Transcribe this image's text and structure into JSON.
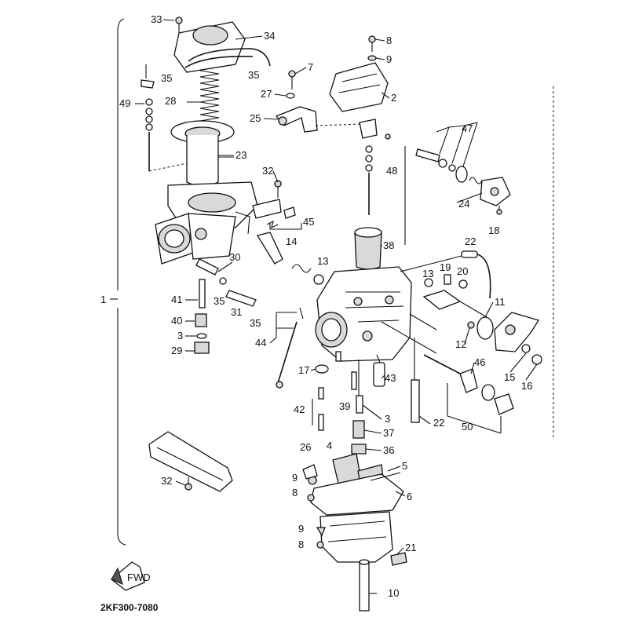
{
  "document_code": "2KF300-7080",
  "direction_arrow_label": "FWD",
  "assembly_bracket_label": "1",
  "labels": {
    "l33": "33",
    "l34": "34",
    "l35a": "35",
    "l35b": "35",
    "l35c": "35",
    "l35d": "35",
    "l49": "49",
    "l28": "28",
    "l23": "23",
    "l32a": "32",
    "l32b": "32",
    "l45": "45",
    "l14": "14",
    "l13a": "13",
    "l13b": "13",
    "l30": "30",
    "l31": "31",
    "l41": "41",
    "l40": "40",
    "l3a": "3",
    "l3b": "3",
    "l29": "29",
    "l44": "44",
    "l17": "17",
    "l42": "42",
    "l39": "39",
    "l37": "37",
    "l36": "36",
    "l26": "26",
    "l4": "4",
    "l5": "5",
    "l6": "6",
    "l9a": "9",
    "l9b": "9",
    "l9c": "9",
    "l8a": "8",
    "l8b": "8",
    "l8c": "8",
    "l21": "21",
    "l10": "10",
    "l7": "7",
    "l27": "27",
    "l25": "25",
    "l2": "2",
    "l48": "48",
    "l47": "47",
    "l24": "24",
    "l18": "18",
    "l38": "38",
    "l22a": "22",
    "l22b": "22",
    "l19": "19",
    "l20": "20",
    "l11": "11",
    "l12": "12",
    "l43": "43",
    "l46": "46",
    "l15": "15",
    "l16": "16",
    "l50": "50"
  }
}
